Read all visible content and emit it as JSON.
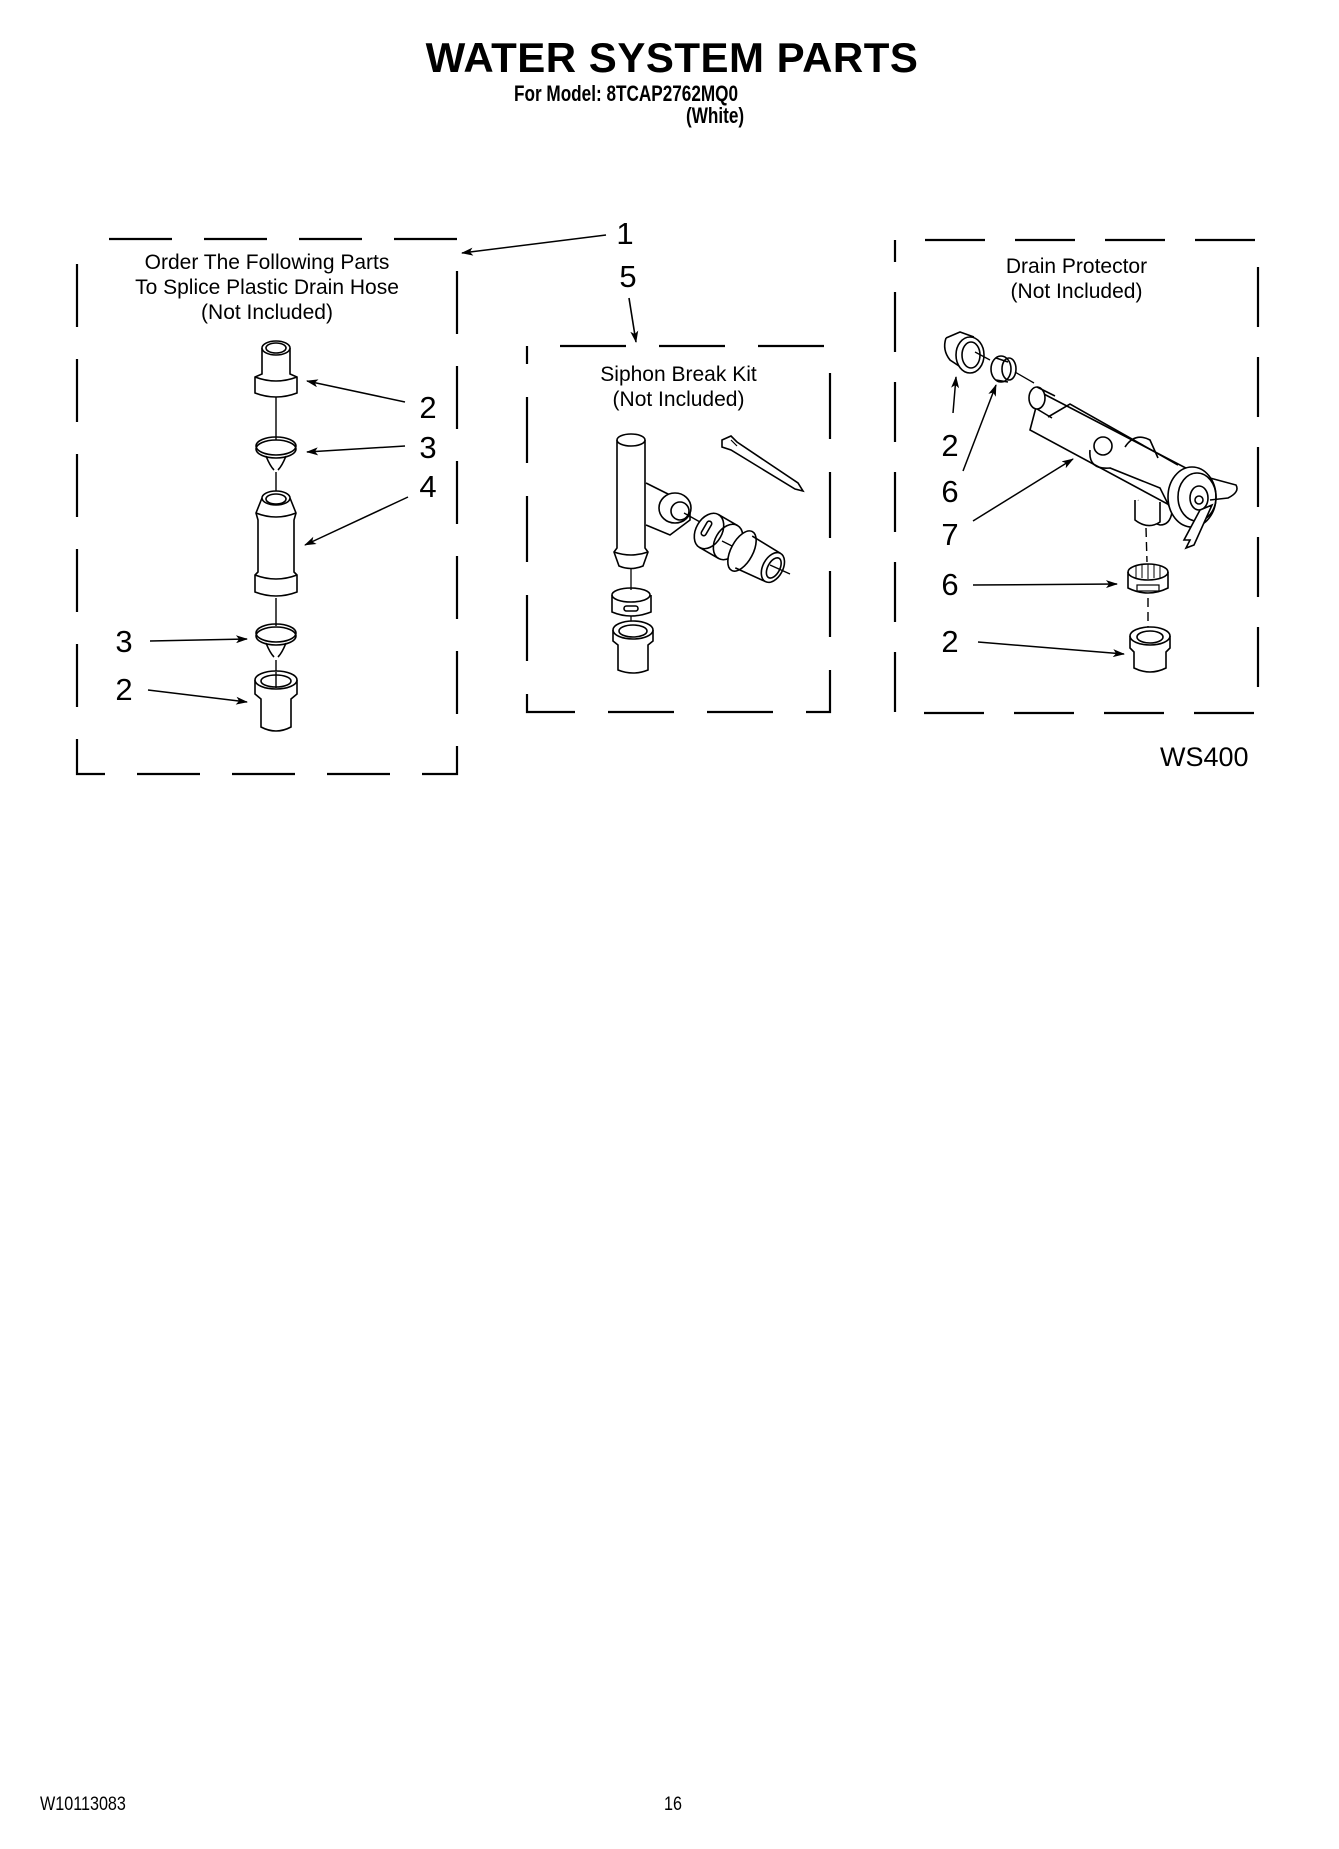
{
  "header": {
    "title": "WATER SYSTEM PARTS",
    "model_line": "For Model: 8TCAP2762MQ0",
    "color_line": "(White)"
  },
  "groups": [
    {
      "id": "splice-kit",
      "label_line1": "Order The Following Parts",
      "label_line2": "To Splice Plastic Drain Hose",
      "label_line3": "(Not Included)",
      "group_callout": "1",
      "callouts": [
        "2",
        "3",
        "4",
        "3",
        "2"
      ],
      "parts": [
        "hose-coupling-top",
        "hose-clamp-top",
        "hose-connector",
        "hose-clamp-bottom",
        "hose-coupling-bottom"
      ]
    },
    {
      "id": "siphon-break-kit",
      "label_line1": "Siphon Break Kit",
      "label_line2": "(Not Included)",
      "group_callout": "5",
      "parts": [
        "tee-fitting",
        "cable-tie",
        "band-clamp",
        "outlet-adapter",
        "lower-band-clamp",
        "bottom-coupling"
      ]
    },
    {
      "id": "drain-protector",
      "label_line1": "Drain Protector",
      "label_line2": "(Not Included)",
      "callouts": [
        "2",
        "6",
        "7",
        "6",
        "2"
      ],
      "parts": [
        "end-cap",
        "small-clamp",
        "drain-protector-body",
        "lower-clamp",
        "lower-coupling"
      ]
    }
  ],
  "figure_code": "WS400",
  "footer": {
    "doc_number": "W10113083",
    "page_number": "16"
  },
  "colors": {
    "ink": "#000000",
    "paper": "#ffffff"
  }
}
